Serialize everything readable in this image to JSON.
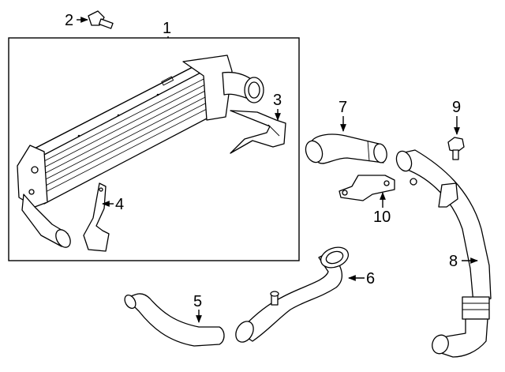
{
  "labels": {
    "1": "1",
    "2": "2",
    "3": "3",
    "4": "4",
    "5": "5",
    "6": "6",
    "7": "7",
    "8": "8",
    "9": "9",
    "10": "10"
  }
}
